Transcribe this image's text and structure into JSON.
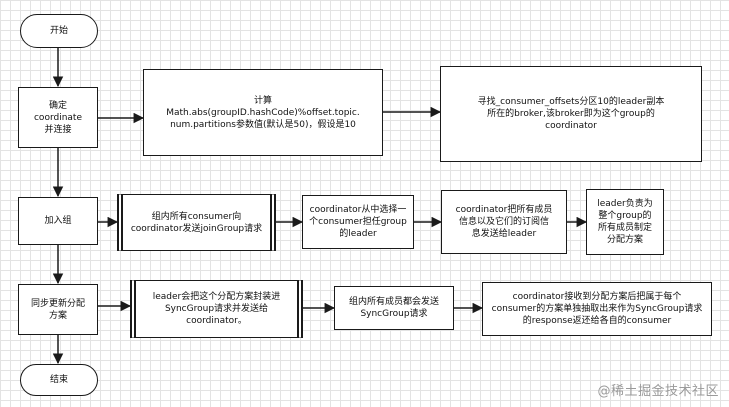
{
  "nodes": {
    "start": "开始",
    "locate": "确定\ncoordinate\n并连接",
    "calc": "计算\nMath.abs(groupID.hashCode)%offset.topic.\nnum.partitions参数值(默认是50)，假设是10",
    "find": "寻找_consumer_offsets分区10的leader副本\n所在的broker,该broker即为这个group的\ncoordinator",
    "join": "加入组",
    "send_join": "组内所有consumer向\ncoordinator发送joinGroup请求",
    "choose_leader": "coordinator从中选择一\n个consumer担任group\n的leader",
    "send_members": "coordinator把所有成员\n信息以及它们的订阅信\n息发送给leader",
    "leader_plan": "leader负责为\n整个group的\n所有成员制定\n分配方案",
    "sync": "同步更新分配\n方案",
    "encap": "leader会把这个分配方案封装进\nSyncGroup请求并发送给\ncoordinator。",
    "all_sync": "组内所有成员都会发送\nSyncGroup请求",
    "distribute": "coordinator接收到分配方案后把属于每个\nconsumer的方案单独抽取出来作为SyncGroup请求\n的response返还给各自的consumer",
    "end": "结束"
  },
  "watermark": "@稀土掘金技术社区"
}
